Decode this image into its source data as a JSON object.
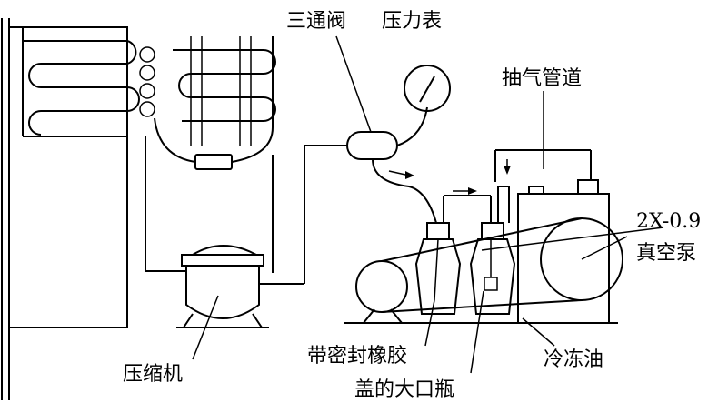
{
  "labels": {
    "three_way_valve": "三通阀",
    "pressure_gauge": "压力表",
    "exhaust_pipe": "抽气管道",
    "pump_model": "2X-0.9",
    "vacuum_pump": "真空泵",
    "bottle_line1": "带密封橡胶",
    "bottle_line2": "盖的大口瓶",
    "compressor": "压缩机",
    "refrigerant_oil": "冷冻油"
  }
}
